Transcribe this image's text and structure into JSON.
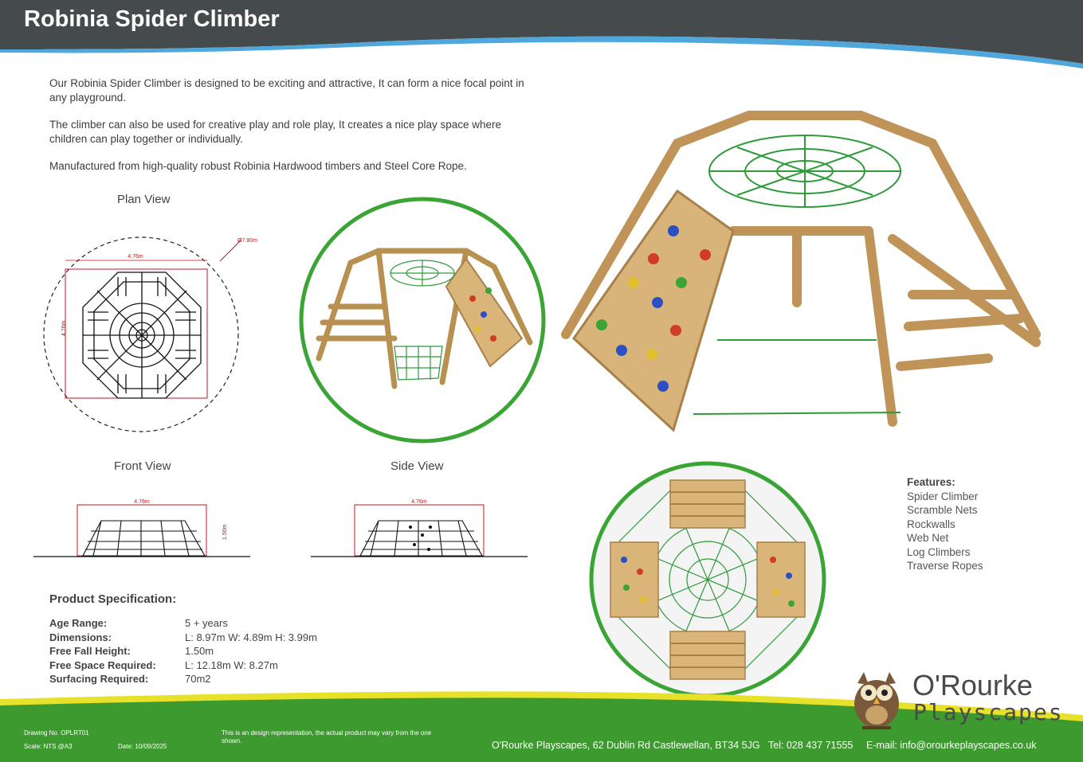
{
  "header": {
    "title": "Robinia Spider Climber"
  },
  "intro": [
    "Our Robinia Spider Climber is designed to be exciting and attractive, It can form a nice focal point in any playground.",
    "The climber can also be used for creative play and role play, It creates a nice play space where children can play together or individually.",
    "Manufactured from high-quality robust Robinia Hardwood timbers and Steel Core Rope."
  ],
  "views": {
    "plan": "Plan View",
    "front": "Front  View",
    "side": "Side View"
  },
  "dimensions": {
    "plan_width": "4.76m",
    "plan_depth": "4.76m",
    "plan_circle": "Ø7.90m",
    "front_width": "4.76m",
    "front_height": "1.50m",
    "side_width": "4.76m"
  },
  "spec": {
    "title": "Product Specification:",
    "rows": [
      {
        "label": "Age Range:",
        "value": "5 + years"
      },
      {
        "label": "Dimensions:",
        "value": "L: 8.97m  W: 4.89m  H: 3.99m"
      },
      {
        "label": "Free Fall Height:",
        "value": "1.50m"
      },
      {
        "label": "Free Space Required:",
        "value": "L: 12.18m W: 8.27m"
      },
      {
        "label": "Surfacing Required:",
        "value": "70m2"
      }
    ]
  },
  "features": {
    "title": "Features:",
    "items": [
      "Spider Climber",
      "Scramble Nets",
      "Rockwalls",
      "Web Net",
      "Log Climbers",
      "Traverse Ropes"
    ]
  },
  "footer": {
    "drawing_no": "Drawing No. OPLRT01",
    "scale": "Scale: NTS @A3",
    "date": "Date: 10/09/2025",
    "disclaimer": "This is an design representation, the actual product may vary from the one shown.",
    "address": "O'Rourke Playscapes, 62 Dublin Rd Castlewellan, BT34 5JG",
    "tel": "Tel: 028 437 71555",
    "email": "E-mail: info@orourkeplayscapes.co.uk"
  },
  "logo": {
    "line1": "O'Rourke",
    "line2": "Playscapes"
  },
  "colors": {
    "header": "#454b4d",
    "accent_blue": "#4fa7db",
    "green": "#3c9a2e",
    "yellow": "#e8e12a",
    "circle_green": "#3aa535",
    "dim_red": "#c4141b",
    "timber": "#c9a26a"
  }
}
